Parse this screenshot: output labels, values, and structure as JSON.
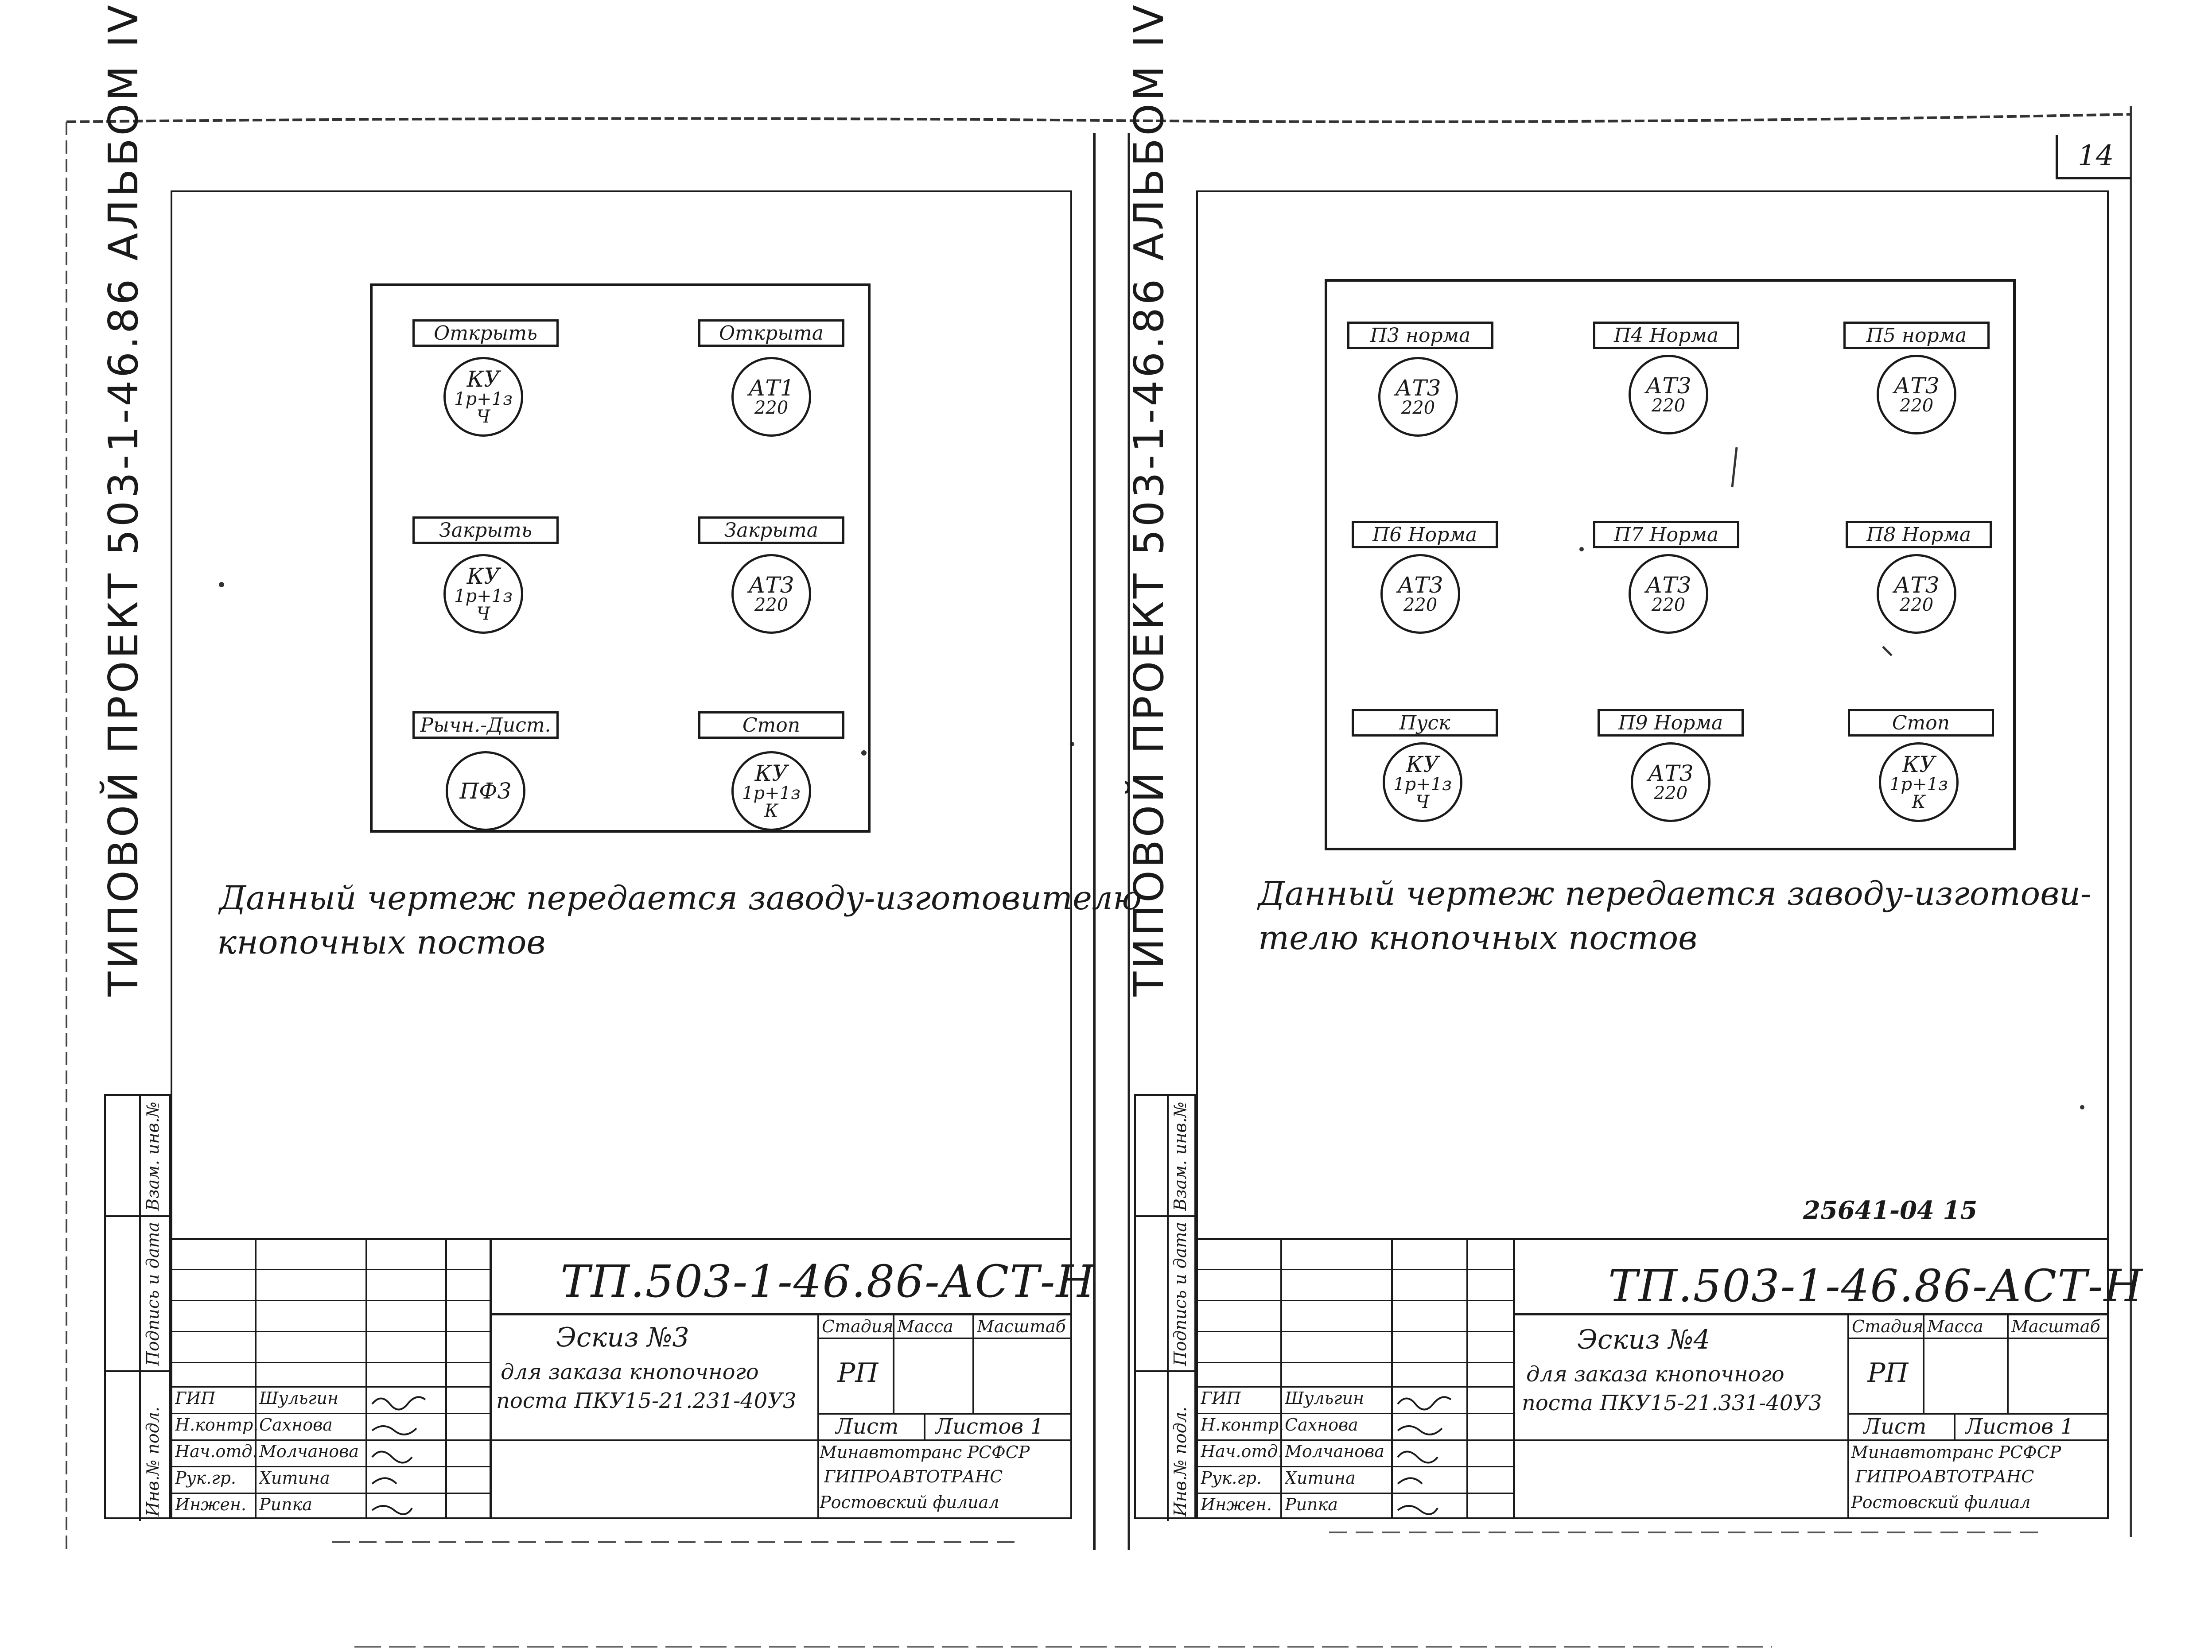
{
  "sheets": [
    {
      "album_label": "ТИПОВОЙ ПРОЕКТ 503-1-46.86 АЛЬБОМ IV",
      "side_fields": [
        "Взам. инв.№",
        "Подпись и дата",
        "Инв.№ подл."
      ],
      "buttons": [
        {
          "label": "Открыть",
          "lines": [
            "КУ",
            "1р+1з",
            "Ч"
          ]
        },
        {
          "label": "Открыта",
          "lines": [
            "АТ1",
            "220"
          ]
        },
        {
          "label": "Закрыть",
          "lines": [
            "КУ",
            "1р+1з",
            "Ч"
          ]
        },
        {
          "label": "Закрыта",
          "lines": [
            "АТ3",
            "220"
          ]
        },
        {
          "label": "Рычн.-Дист.",
          "lines": [
            "ПФ3"
          ]
        },
        {
          "label": "Стоп",
          "lines": [
            "КУ",
            "1р+1з",
            "К"
          ]
        }
      ],
      "note_line1": "Данный чертеж передается заводу-изготовителю",
      "note_line2": "кнопочных постов",
      "title_block": {
        "code": "ТП.503-1-46.86-АСТ-Н",
        "title_line1": "Эскиз №3",
        "title_line2": "для заказа кнопочного",
        "title_line3": "поста ПКУ15-21.231-40У3",
        "stage_header": "Стадия",
        "mass_header": "Масса",
        "scale_header": "Масштаб",
        "stage_value": "РП",
        "sheet_label": "Лист",
        "sheets_label": "Листов 1",
        "org_line1": "Минавтотранс РСФСР",
        "org_line2": "ГИПРОАВТОТРАНС",
        "org_line3": "Ростовский филиал",
        "staff": [
          {
            "role": "ГИП",
            "name": "Шульгин"
          },
          {
            "role": "Н.контр.",
            "name": "Сахнова"
          },
          {
            "role": "Нач.отд.",
            "name": "Молчанова"
          },
          {
            "role": "Рук.гр.",
            "name": "Хитина"
          },
          {
            "role": "Инжен.",
            "name": "Рипка"
          }
        ]
      }
    },
    {
      "album_label": "ТИПОВОЙ ПРОЕКТ 503-1-46.86 АЛЬБОМ IV",
      "side_fields": [
        "Взам. инв.№",
        "Подпись и дата",
        "Инв.№ подл."
      ],
      "sheet_number": "14",
      "buttons": [
        {
          "label": "П3 норма",
          "lines": [
            "АТ3",
            "220"
          ]
        },
        {
          "label": "П4 Норма",
          "lines": [
            "АТ3",
            "220"
          ]
        },
        {
          "label": "П5 норма",
          "lines": [
            "АТ3",
            "220"
          ]
        },
        {
          "label": "П6 Норма",
          "lines": [
            "АТ3",
            "220"
          ]
        },
        {
          "label": "П7 Норма",
          "lines": [
            "АТ3",
            "220"
          ]
        },
        {
          "label": "П8 Норма",
          "lines": [
            "АТ3",
            "220"
          ]
        },
        {
          "label": "Пуск",
          "lines": [
            "КУ",
            "1р+1з",
            "Ч"
          ]
        },
        {
          "label": "П9 Норма",
          "lines": [
            "АТ3",
            "220"
          ]
        },
        {
          "label": "Стоп",
          "lines": [
            "КУ",
            "1р+1з",
            "К"
          ]
        }
      ],
      "note_line1": "Данный чертеж передается заводу-изготови-",
      "note_line2": "телю кнопочных постов",
      "stamp_number": "25641-04 15",
      "title_block": {
        "code": "ТП.503-1-46.86-АСТ-Н",
        "title_line1": "Эскиз №4",
        "title_line2": "для заказа кнопочного",
        "title_line3": "поста ПКУ15-21.331-40У3",
        "stage_header": "Стадия",
        "mass_header": "Масса",
        "scale_header": "Масштаб",
        "stage_value": "РП",
        "sheet_label": "Лист",
        "sheets_label": "Листов 1",
        "org_line1": "Минавтотранс РСФСР",
        "org_line2": "ГИПРОАВТОТРАНС",
        "org_line3": "Ростовский филиал",
        "staff": [
          {
            "role": "ГИП",
            "name": "Шульгин"
          },
          {
            "role": "Н.контр.",
            "name": "Сахнова"
          },
          {
            "role": "Нач.отд.",
            "name": "Молчанова"
          },
          {
            "role": "Рук.гр.",
            "name": "Хитина"
          },
          {
            "role": "Инжен.",
            "name": "Рипка"
          }
        ]
      }
    }
  ]
}
